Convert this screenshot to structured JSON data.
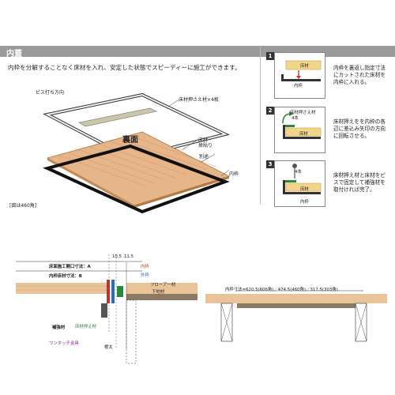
{
  "section": {
    "title": "内蓋",
    "intro": "内枠を分解することなく床材を入れ、安定した状態でスピーディーに施工ができます。"
  },
  "main_figure": {
    "screw_direction": "ビス打ち方向",
    "label_presser": "床材押さえ材×4枚",
    "label_back": "裏面",
    "label_floor": "床材・",
    "label_floor2": "捨貼り",
    "label_separate": "別途",
    "label_frame": "内枠",
    "note": "[図は460角]"
  },
  "steps": [
    {
      "num": "1",
      "label_a": "床材",
      "label_b": "内枠",
      "text": "内枠を裏返し指定寸法にカットされた床材を内枠に入れる。"
    },
    {
      "num": "2",
      "label_a": "床材押さえ材",
      "label_b": "4本",
      "label_c": "床材",
      "text": "床材押えをを内枠の各辺に差込み矢印の方向に回転させる。"
    },
    {
      "num": "3",
      "label_a": "4本",
      "label_b": "床材",
      "label_c": "内枠",
      "text": "床材押え材と床材をビスで固定して補強材を取付ければ完了。"
    }
  ],
  "section_detail": {
    "opening": "床面施工開口寸法：A",
    "inner_floor": "内枠床材寸法：B",
    "dim_105": "10.5",
    "dim_115": "11.5",
    "inner_frame": "内枠",
    "outer_frame": "外枠",
    "flooring": "フローア一材",
    "subfloor": "下地材",
    "reinforce": "補強材",
    "presser": "床材押え材",
    "one_touch": "ワンタッチ金具",
    "joist": "根太"
  },
  "right_detail": {
    "dims": "内枠寸法=620.5(606角)／474.5(460角)／317.5(303角)"
  }
}
